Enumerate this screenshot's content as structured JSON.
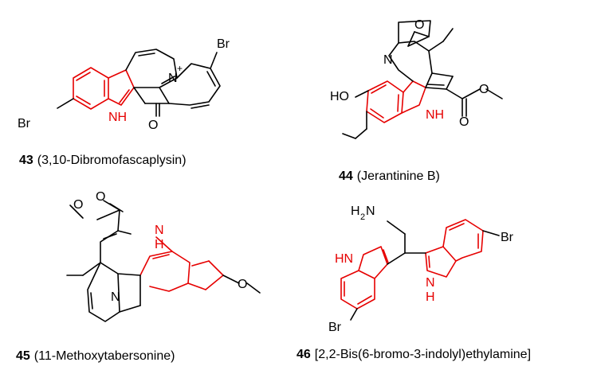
{
  "colors": {
    "indole_highlight": "#e60000",
    "bond": "#000000",
    "background": "#ffffff"
  },
  "compounds": [
    {
      "number": "43",
      "name": "(3,10-Dibromofascaplysin)",
      "atoms": {
        "br_left": "Br",
        "br_right": "Br",
        "nh": "NH",
        "n_plus": "N",
        "plus": "+",
        "oxo": "O"
      }
    },
    {
      "number": "44",
      "name": "(Jerantinine B)",
      "atoms": {
        "ho": "HO",
        "nh": "NH",
        "n": "N",
        "epoxide_o": "O"
      }
    },
    {
      "number": "45",
      "name": "(11-Methoxytabersonine)",
      "atoms": {
        "nh": "N",
        "h": "H",
        "n": "N",
        "carbonyl_o": "O"
      }
    },
    {
      "number": "46",
      "name": "[2,2-Bis(6-bromo-3-indolyl)ethylamine]",
      "atoms": {
        "h2n": "H",
        "sub2": "2",
        "n_amine": "N",
        "hn_left": "HN",
        "br_left": "Br",
        "br_right": "Br",
        "nh_right_n": "N",
        "nh_right_h": "H"
      }
    }
  ]
}
